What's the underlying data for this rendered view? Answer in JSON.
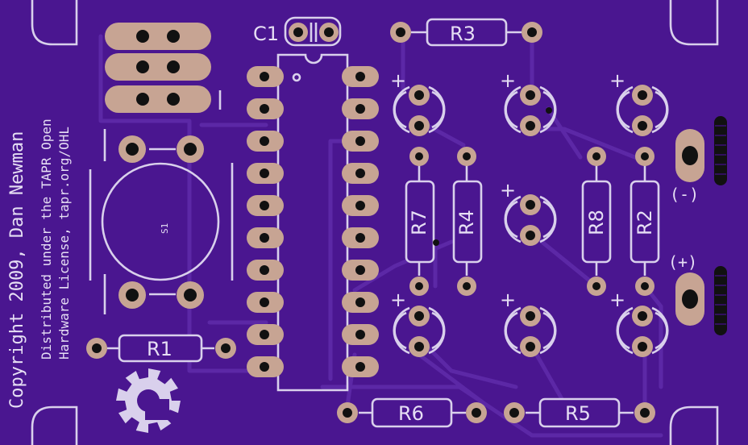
{
  "credits": {
    "copyright": "Copyright 2009, Dan Newman",
    "license_line1": "Distributed under the TAPR Open",
    "license_line2": "Hardware License, tapr.org/OHL"
  },
  "refdes": {
    "c1": "C1",
    "r1": "R1",
    "r2": "R2",
    "r3": "R3",
    "r4": "R4",
    "r5": "R5",
    "r6": "R6",
    "r7": "R7",
    "r8": "R8",
    "s1": "S1"
  },
  "polarity": {
    "plus": "+",
    "neg": "(-)",
    "pos": "(+)"
  },
  "icons": {
    "logo": "oshw-gear-logo"
  },
  "colors": {
    "board": "#4a1690",
    "trace": "#5c28a6",
    "pad": "#c7a493",
    "silkscreen": "#d9d0ec"
  }
}
